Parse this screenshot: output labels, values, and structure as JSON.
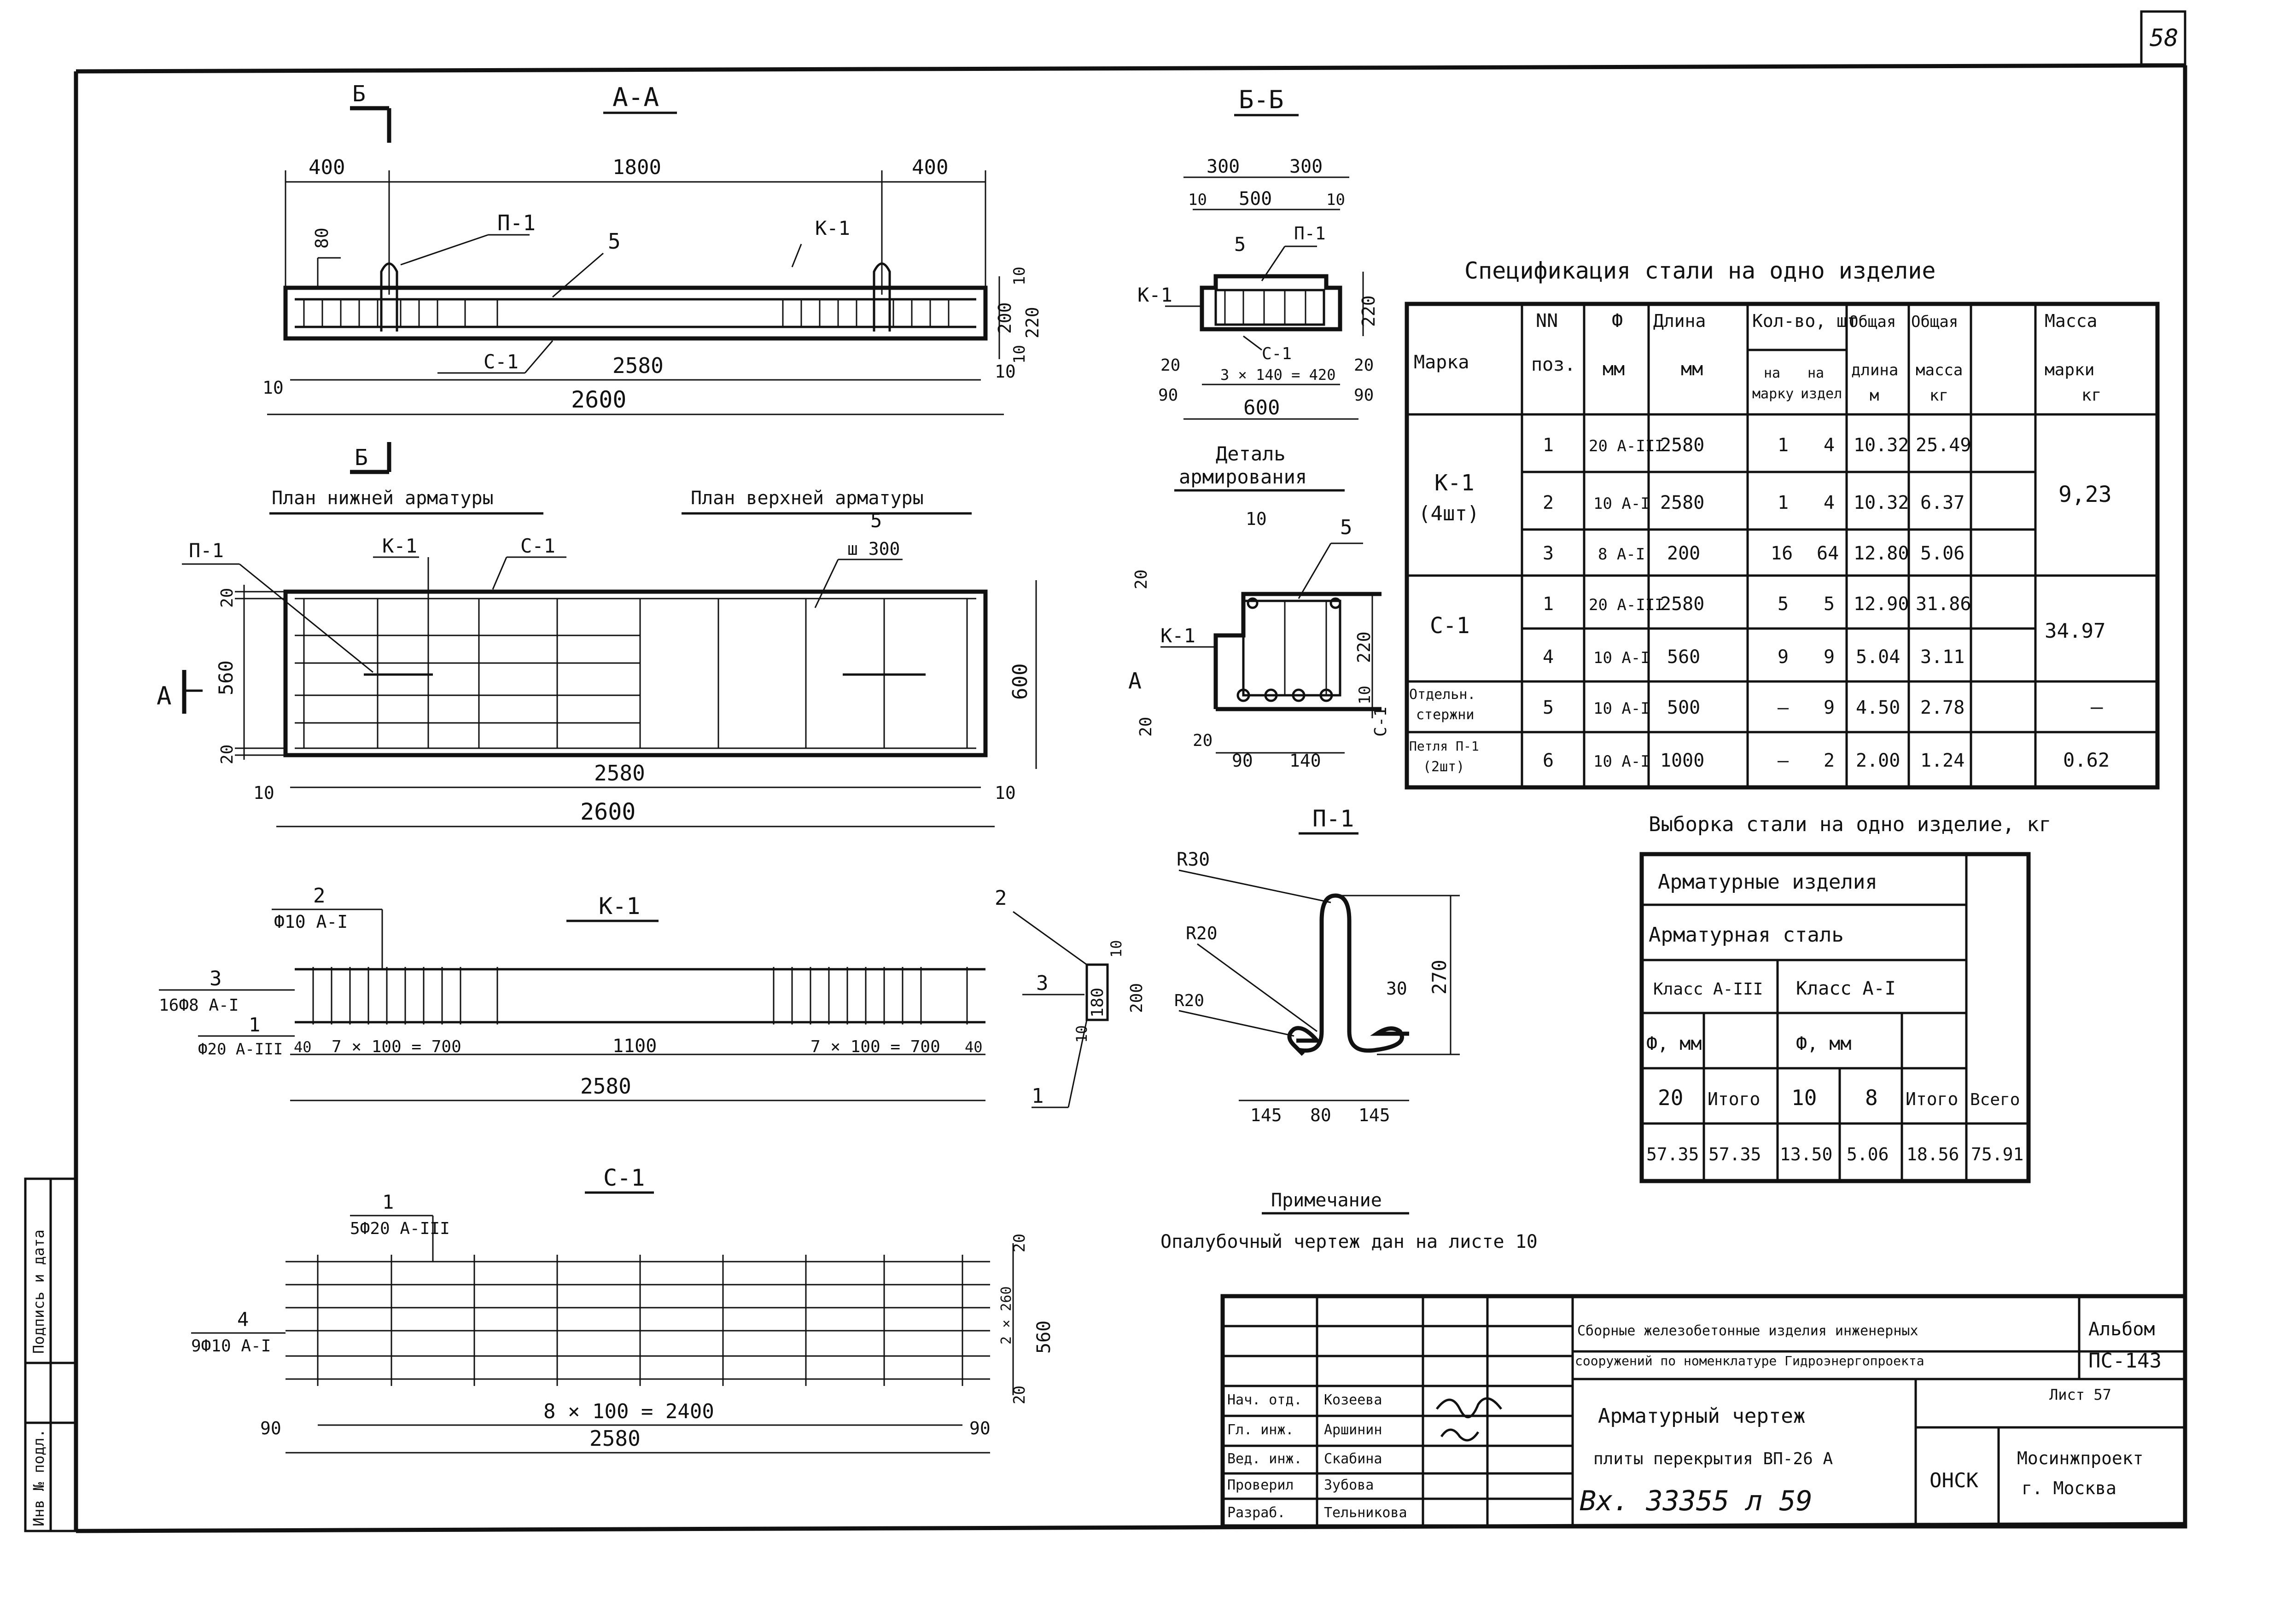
{
  "sheet": {
    "page_number": "58",
    "stamp_strip": [
      "Инв № подл.",
      "Подпись и дата"
    ]
  },
  "section_aa": {
    "section_mark": "Б",
    "title": "А-А",
    "dims_top": [
      "400",
      "1800",
      "400"
    ],
    "labels": [
      "П-1",
      "5",
      "К-1",
      "С-1"
    ],
    "left_height": "80",
    "dims_right": [
      "10",
      "200",
      "220",
      "10"
    ],
    "inner_length": "2580",
    "total_length": "2600",
    "end_gap": "10"
  },
  "plan": {
    "section_mark": "Б",
    "title_bottom": "План нижней арматуры",
    "title_top": "План верхней арматуры",
    "labels": [
      "П-1",
      "К-1",
      "С-1",
      "5",
      "ш 300",
      "А"
    ],
    "dims_left": [
      "20",
      "560",
      "20"
    ],
    "dim_right": "600",
    "inner_length": "2580",
    "total_length": "2600",
    "end_gap": "10"
  },
  "section_bb": {
    "title": "Б-Б",
    "dims_top": [
      "300",
      "300"
    ],
    "dims_inner": [
      "10",
      "500",
      "10"
    ],
    "labels": [
      "5",
      "П-1",
      "К-1",
      "С-1"
    ],
    "dim_height": "220",
    "dims_side": [
      "20",
      "20",
      "90",
      "90"
    ],
    "rebar_spacing": "3 × 140 = 420",
    "width": "600"
  },
  "detail": {
    "title_line1": "Деталь",
    "title_line2": "армирования",
    "labels": [
      "10",
      "5",
      "К-1",
      "А",
      "С-1"
    ],
    "dims_left": [
      "20",
      "20"
    ],
    "dims_right": [
      "220",
      "10"
    ],
    "dims_bottom": [
      "20",
      "90",
      "140"
    ]
  },
  "frame_k1": {
    "title": "К-1",
    "callouts": [
      {
        "pos": "2",
        "spec": "Ф10 А-I"
      },
      {
        "pos": "3",
        "spec": "16Ф8 А-I"
      },
      {
        "pos": "1",
        "spec": "Ф20 А-III"
      }
    ],
    "dims": [
      "40",
      "7 × 100 = 700",
      "1100",
      "7 × 100 = 700",
      "40"
    ],
    "total_length": "2580",
    "section_labels": [
      "2",
      "3",
      "1"
    ],
    "section_dims": [
      "10",
      "180",
      "200",
      "10"
    ]
  },
  "loop_p1": {
    "title": "П-1",
    "radii": [
      "R30",
      "R20",
      "R20"
    ],
    "height": "270",
    "hook": "30",
    "dims_bottom": [
      "145",
      "80",
      "145"
    ]
  },
  "mesh_c1": {
    "title": "С-1",
    "callouts": [
      {
        "pos": "1",
        "spec": "5Ф20 А-III"
      },
      {
        "pos": "4",
        "spec": "9Ф10 А-I"
      }
    ],
    "dims_right": [
      "20",
      "2 × 260",
      "560",
      "20"
    ],
    "spacing": "8 × 100 = 2400",
    "total_length": "2580",
    "end_gaps": [
      "90",
      "90"
    ]
  },
  "spec_table": {
    "title": "Спецификация стали на одно изделие",
    "headers": {
      "mark": "Марка",
      "pos": [
        "NN",
        "поз."
      ],
      "dia": [
        "Ф",
        "мм"
      ],
      "length": [
        "Длина",
        "мм"
      ],
      "qty": "Кол-во, шт",
      "qty_mark": [
        "на",
        "марку"
      ],
      "qty_item": [
        "на",
        "издел."
      ],
      "total_len": [
        "Общая",
        "длина",
        "м"
      ],
      "total_mass": [
        "Общая",
        "масса",
        "кг"
      ],
      "mass": [
        "Масса",
        "марки",
        "кг"
      ]
    },
    "groups": [
      {
        "mark": [
          "К-1",
          "(4шт)"
        ],
        "mass": "9,23",
        "rows": [
          [
            "1",
            "20 А-III",
            "2580",
            "1",
            "4",
            "10.32",
            "25.49"
          ],
          [
            "2",
            "10 А-I",
            "2580",
            "1",
            "4",
            "10.32",
            "6.37"
          ],
          [
            "3",
            "8 А-I",
            "200",
            "16",
            "64",
            "12.80",
            "5.06"
          ]
        ]
      },
      {
        "mark": [
          "С-1",
          ""
        ],
        "mass": "34.97",
        "rows": [
          [
            "1",
            "20 А-III",
            "2580",
            "5",
            "5",
            "12.90",
            "31.86"
          ],
          [
            "4",
            "10 А-I",
            "560",
            "9",
            "9",
            "5.04",
            "3.11"
          ]
        ]
      },
      {
        "mark": [
          "Отдельн.",
          "стержни"
        ],
        "mass": "—",
        "rows": [
          [
            "5",
            "10 А-I",
            "500",
            "—",
            "9",
            "4.50",
            "2.78"
          ]
        ]
      },
      {
        "mark": [
          "Петля П-1",
          "(2шт)"
        ],
        "mass": "0.62",
        "rows": [
          [
            "6",
            "10 А-I",
            "1000",
            "—",
            "2",
            "2.00",
            "1.24"
          ]
        ]
      }
    ]
  },
  "selection_table": {
    "title": "Выборка стали на одно изделие, кг",
    "row1": "Арматурные изделия",
    "row2": "Арматурная сталь",
    "class3": "Класс А-III",
    "class1": "Класс А-I",
    "dia_label": "Ф, мм",
    "dia_label2": "Ф, мм",
    "total": "Итого",
    "total2": "Итого",
    "grand_total": "Всего",
    "dias": [
      "20",
      "10",
      "8"
    ],
    "values": [
      "57.35",
      "57.35",
      "13.50",
      "5.06",
      "18.56",
      "75.91"
    ]
  },
  "note": {
    "title": "Примечание",
    "text": "Опалубочный чертеж дан на листе 10"
  },
  "title_block": {
    "project_line1": "Сборные железобетонные изделия инженерных",
    "project_line2": "сооружений по номенклатуре Гидроэнергопроекта",
    "album_line1": "Альбом",
    "album_line2": "ПС-143",
    "sheet_line": "Лист 57",
    "drawing_title_line1": "Арматурный чертеж",
    "drawing_title_line2": "плиты перекрытия ВП-26 А",
    "inventory": "Вх. 33355 л 59",
    "department": "ОНСК",
    "organization_line1": "Мосинжпроект",
    "organization_line2": "г. Москва",
    "signatures": [
      [
        "Нач. отд.",
        "Козеева"
      ],
      [
        "Гл. инж.",
        "Аршинин"
      ],
      [
        "Вед. инж.",
        "Скабина"
      ],
      [
        "Проверил",
        "Зубова"
      ],
      [
        "Разраб.",
        "Тельникова"
      ]
    ]
  }
}
